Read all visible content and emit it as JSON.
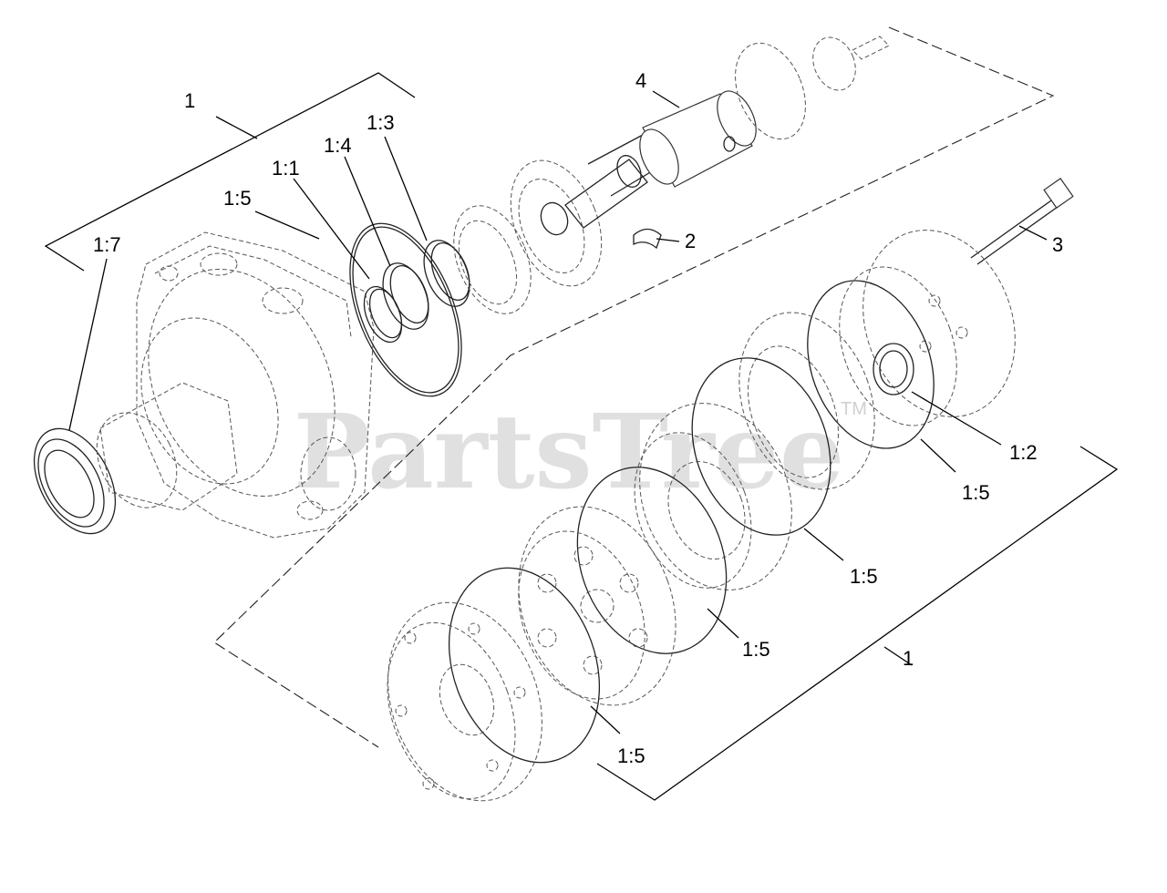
{
  "watermark": {
    "text": "PartsTree",
    "tm": "TM"
  },
  "callouts": {
    "assembly_top": "1",
    "assembly_bottom": "1",
    "c_1_7": "1:7",
    "c_1_5_top": "1:5",
    "c_1_1": "1:1",
    "c_1_4": "1:4",
    "c_1_3": "1:3",
    "c_4": "4",
    "c_2": "2",
    "c_3": "3",
    "c_1_2": "1:2",
    "c_1_5_r1": "1:5",
    "c_1_5_r2": "1:5",
    "c_1_5_r3": "1:5",
    "c_1_5_r4": "1:5"
  }
}
